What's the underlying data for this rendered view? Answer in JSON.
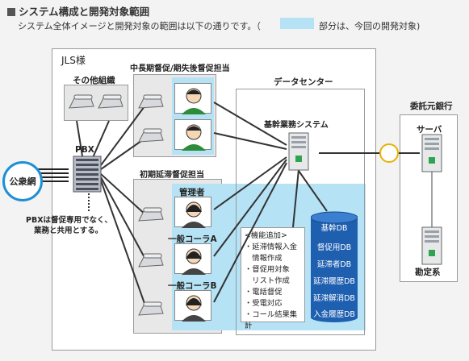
{
  "header": {
    "title": "システム構成と開発対象範囲",
    "description": "システム全体イメージと開発対象の範囲は以下の通りです。（",
    "legend_text": "部分は、今回の開発対象)"
  },
  "jls": {
    "label": "JLS様",
    "other_org": "その他組織",
    "mid_long_group": "中長期督促/期失後督促担当",
    "early_group": "初期延滞督促担当",
    "manager": "管理者",
    "collector_a": "一般コーラA",
    "collector_b": "一般コーラB",
    "pbx": "PBX",
    "pbx_note_1": "PBXは督促専用でなく、",
    "pbx_note_2": "業務と共用とする。",
    "public_net": "公衆網"
  },
  "datacenter": {
    "label": "データセンター",
    "system": "基幹業務システム",
    "functions": [
      "<機能追加>",
      "・延滞情報入金",
      "　情報作成",
      "・督促用対象",
      "　リスト作成",
      "・電話督促",
      "・受電対応",
      "・コール結果集計"
    ],
    "databases": [
      "基幹DB",
      "督促用DB",
      "延滞者DB",
      "延滞履歴DB",
      "延滞解消DB",
      "入金履歴DB"
    ]
  },
  "bank": {
    "label": "委託元銀行",
    "server": "サーバ",
    "audit": "勘定系"
  },
  "colors": {
    "dev_target": "#b6e2f5",
    "public_net_border": "#1e8fd6",
    "db_blue": "#1f5fb0",
    "bank_ring": "#e6b200"
  }
}
